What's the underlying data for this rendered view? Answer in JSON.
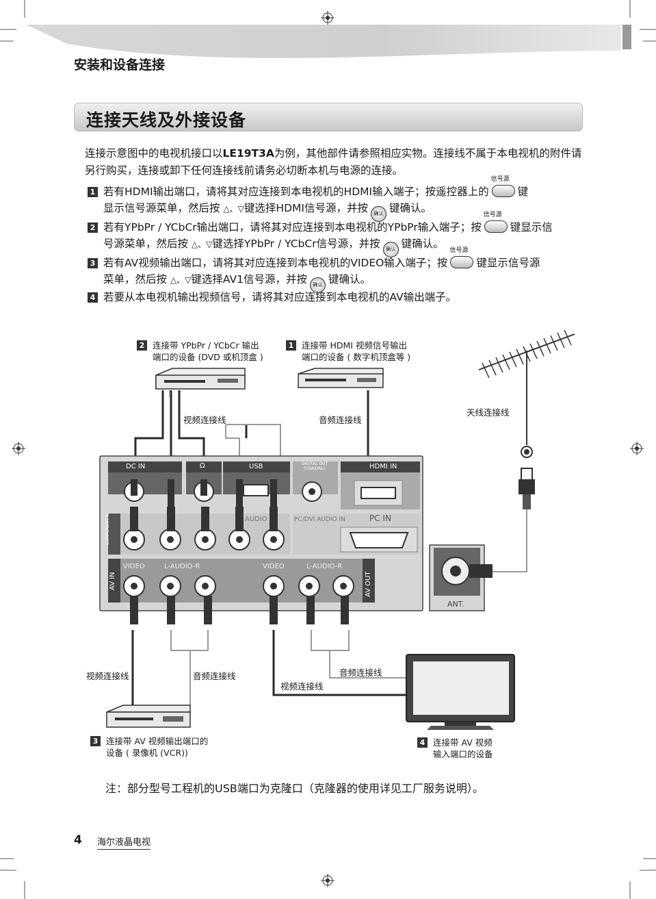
{
  "header": {
    "section": "安装和设备连接"
  },
  "title": "连接天线及外接设备",
  "intro": {
    "pre": "连接示意图中的电视机接口以",
    "model": "LE19T3A",
    "post": "为例，其他部件请参照相应实物。连接线不属于本电视机的附件请另行购买，连接或卸下任何连接线前请务必切断本机与电源的连接。"
  },
  "button_caption": "信号源",
  "ok_caption": "确认",
  "steps": [
    {
      "num": "1",
      "a": "若有HDMI输出端口，请将其对应连接到本电视机的HDMI输入端子；按遥控器上的",
      "b": "键",
      "c": "显示信号源菜单，然后按",
      "d": "键选择HDMI信号源，并按",
      "e": "键确认。"
    },
    {
      "num": "2",
      "a": "若有YPbPr / YCbCr输出端口，请将其对应连接到本电视机的YPbPr输入端子；按",
      "b": "键显示信",
      "c": "号源菜单，然后按",
      "d": "键选择YPbPr / YCbCr信号源，并按",
      "e": "键确认。"
    },
    {
      "num": "3",
      "a": "若有AV视频输出端口，请将其对应连接到本电视机的VIDEO输入端子；按",
      "b": "键显示信号源",
      "c": "菜单，然后按",
      "d": "键选择AV1信号源，并按",
      "e": "键确认。"
    },
    {
      "num": "4",
      "a": "若要从本电视机输出视频信号，请将其对应连接到本电视机的AV输出端子。"
    }
  ],
  "arrows": "△、▽",
  "diagram": {
    "dev_ypbpr": {
      "num": "2",
      "l1": "连接带 YPbPr / YCbCr 输出",
      "l2": "端口的设备 (DVD 或机顶盒 )"
    },
    "dev_hdmi": {
      "num": "1",
      "l1": "连接带 HDMI 视频信号输出",
      "l2": "端口的设备 ( 数字机顶盒等 )"
    },
    "dev_vcr": {
      "num": "3",
      "l1": "连接带 AV 视频输出端口的",
      "l2": "设备 ( 录像机 (VCR))"
    },
    "dev_tv": {
      "num": "4",
      "l1": "连接带 AV 视频",
      "l2": "输入端口的设备"
    },
    "cable_video_top": "视频连接线",
    "cable_audio_top": "音频连接线",
    "cable_antenna": "天线连接线",
    "cable_video_left": "视频连接线",
    "cable_audio_left": "音频连接线",
    "cable_audio_right": "音频连接线",
    "cable_video_bottom": "视频连接线",
    "ports": {
      "dc_in": "DC IN",
      "headphone": "Ω",
      "usb": "USB",
      "digital_out": "DIGITAL OUT",
      "coaxial": "(COAXIAL)",
      "hdmi_in": "HDMI IN",
      "component": "COMPONENT IN",
      "audio": "AUDIO",
      "pc_dvi_audio": "PC/DVI AUDIO IN",
      "pc_in": "PC IN",
      "av_in": "AV IN",
      "video_l": "VIDEO",
      "audio_lr_l": "L-AUDIO-R",
      "video_r": "VIDEO",
      "audio_lr_r": "L-AUDIO-R",
      "av_out": "AV OUT",
      "ant": "ANT."
    }
  },
  "note": "注：部分型号工程机的USB端口为克隆口（克隆器的使用详见工厂服务说明）。",
  "footer": {
    "page": "4",
    "brand": "海尔液晶电视"
  }
}
